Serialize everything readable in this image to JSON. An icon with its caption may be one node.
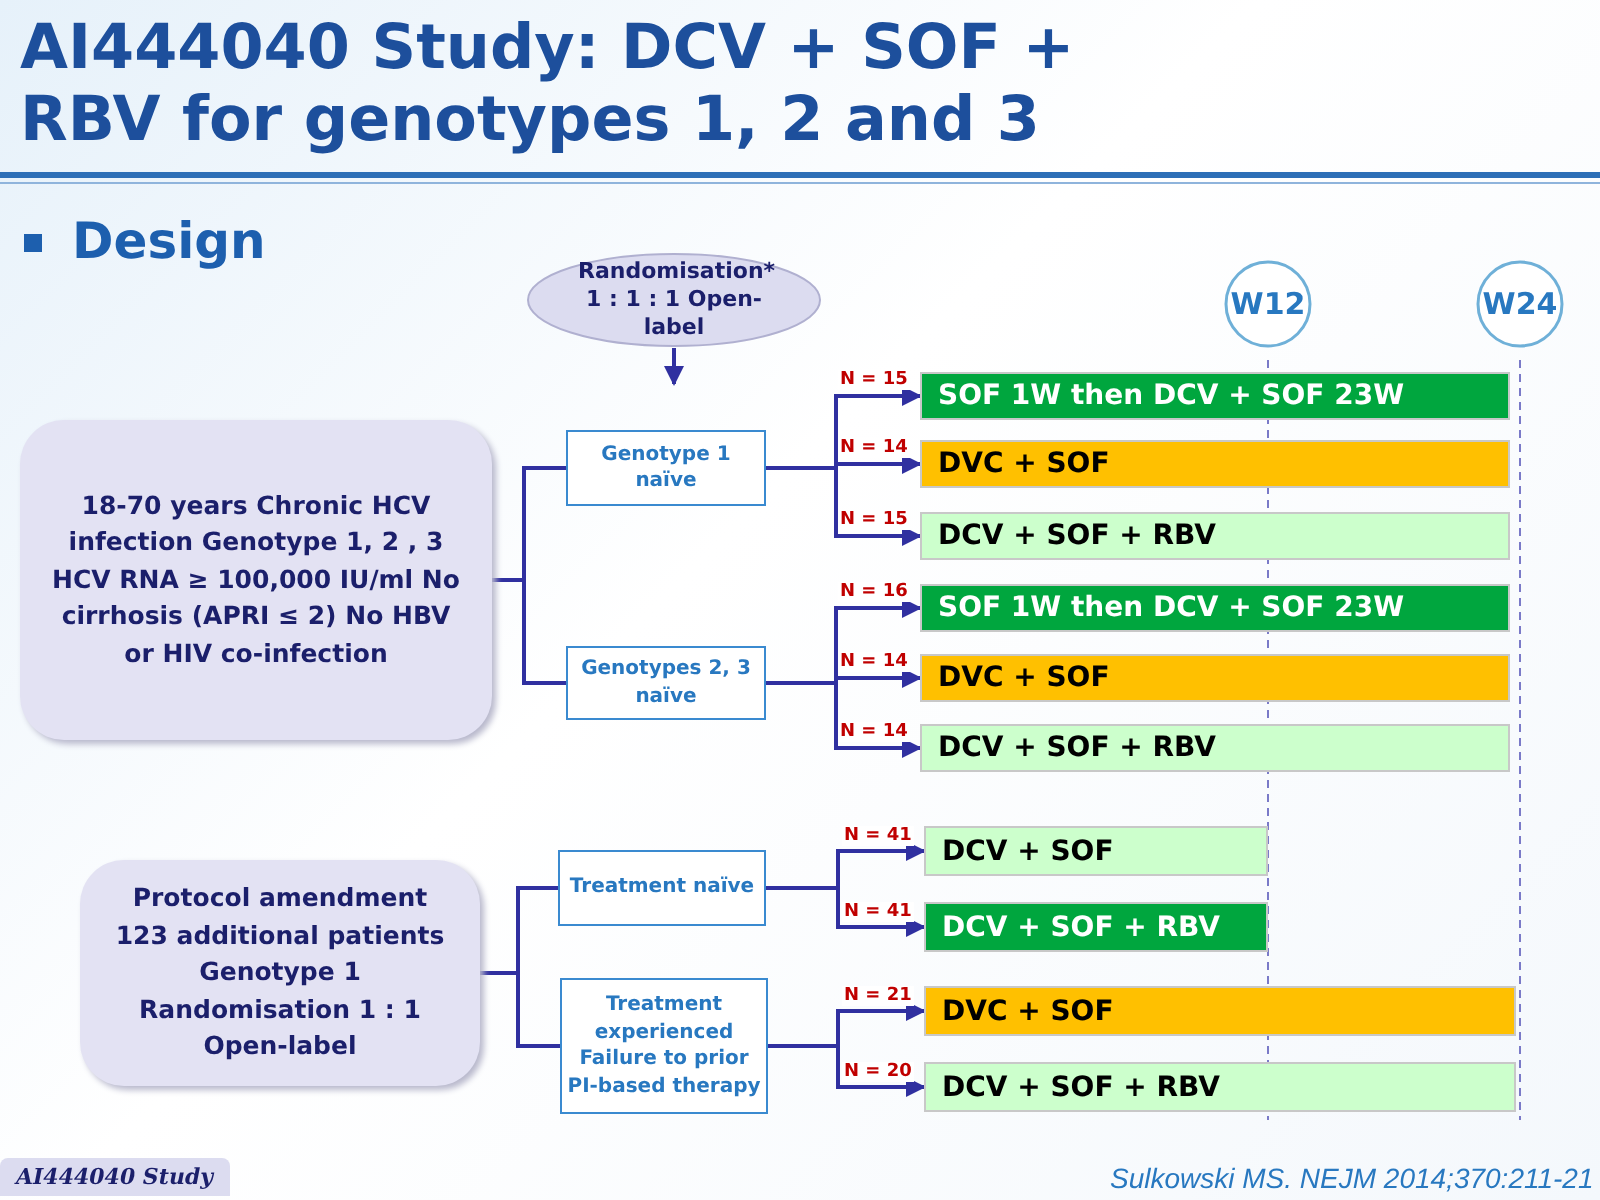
{
  "diagram": {
    "title": "AI444040 Study: DCV + SOF + RBV for genotypes 1, 2 and 3",
    "nodes": [
      {
        "text": [
          "Randomisation* 1 : 1 : 1 Open-label"
        ]
      },
      {
        "text": [
          "18-70 years Chronic HCV infection Genotype 1, 2 , 3 HCV RNA ≥ 100,000 IU/ml No cirrhosis (APRI ≤ 2) No HBV or HIV co-infection"
        ]
      },
      {
        "text": [
          "Genotype 1 naïve"
        ]
      },
      {
        "text": [
          "Genotypes 2, 3 naïve"
        ]
      },
      {
        "text": [
          "SOF 1W then DCV + SOF 23W"
        ]
      },
      {
        "text": [
          "DVC + SOF"
        ]
      },
      {
        "text": [
          "DCV + SOF + RBV"
        ]
      },
      {
        "text": [
          "SOF 1W then DCV + SOF 23W"
        ]
      },
      {
        "text": [
          "DVC + SOF"
        ]
      },
      {
        "text": [
          "DCV + SOF + RBV"
        ]
      },
      {
        "text": [
          "Protocol amendment 123 additional patients Genotype 1 Randomisation 1 : 1 Open-label"
        ]
      },
      {
        "text": [
          "Treatment naïve"
        ]
      },
      {
        "text": [
          "Treatment experienced Failure to prior PI-based therapy"
        ]
      },
      {
        "text": [
          "DCV + SOF"
        ]
      },
      {
        "text": [
          "DCV + SOF + RBV"
        ]
      },
      {
        "text": [
          "DVC + SOF"
        ]
      },
      {
        "text": [
          "DCV + SOF + RBV"
        ]
      },
      {
        "text": [
          "W12"
        ]
      },
      {
        "text": [
          "W24"
        ]
      }
    ],
    "edges": [
      {
        "from": 0,
        "to": null,
        "arrow": "to"
      },
      {
        "from": 1,
        "to": 2,
        "arrow": "none"
      },
      {
        "from": 1,
        "to": 3,
        "arrow": "none"
      },
      {
        "from": 2,
        "to": 4,
        "arrow": "to",
        "label": "N = 15"
      },
      {
        "from": 2,
        "to": 5,
        "arrow": "to",
        "label": "N = 14"
      },
      {
        "from": 2,
        "to": 6,
        "arrow": "to",
        "label": "N = 15"
      },
      {
        "from": 3,
        "to": 7,
        "arrow": "to",
        "label": "N = 16"
      },
      {
        "from": 3,
        "to": 8,
        "arrow": "to",
        "label": "N = 14"
      },
      {
        "from": 3,
        "to": 9,
        "arrow": "to",
        "label": "N = 14"
      },
      {
        "from": 10,
        "to": 11,
        "arrow": "none"
      },
      {
        "from": 10,
        "to": 12,
        "arrow": "none"
      },
      {
        "from": 11,
        "to": 13,
        "arrow": "to",
        "label": "N = 41"
      },
      {
        "from": 11,
        "to": 14,
        "arrow": "to",
        "label": "N = 41"
      },
      {
        "from": 12,
        "to": 15,
        "arrow": "to",
        "label": "N = 21"
      },
      {
        "from": 12,
        "to": 16,
        "arrow": "to",
        "label": "N = 20"
      }
    ],
    "labels": [
      "Design",
      "AI444040 Study",
      "Sulkowski MS. NEJM 2014;370:211-21"
    ]
  }
}
